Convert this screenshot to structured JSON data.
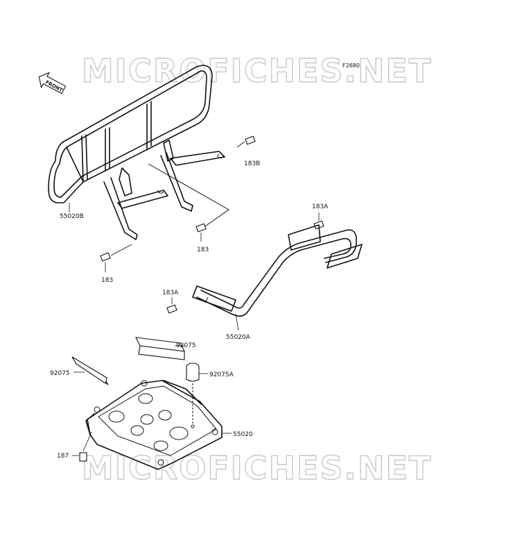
{
  "watermark": {
    "top": "MICROFICHES.NET",
    "bottom": "MICROFICHES.NET"
  },
  "figure_code": "F2680",
  "front_arrow": {
    "label": "FRONT"
  },
  "callouts": {
    "rack": "55020B",
    "bolt_183b": "183B",
    "bolt_183_mid": "183",
    "bolt_183_left": "183",
    "bolt_183a_top": "183A",
    "bolt_183a_left": "183A",
    "bar": "55020A",
    "pad_upper": "92075",
    "pad_left": "92075",
    "spacer": "92075A",
    "skid_plate": "55020",
    "bolt_187": "187"
  }
}
